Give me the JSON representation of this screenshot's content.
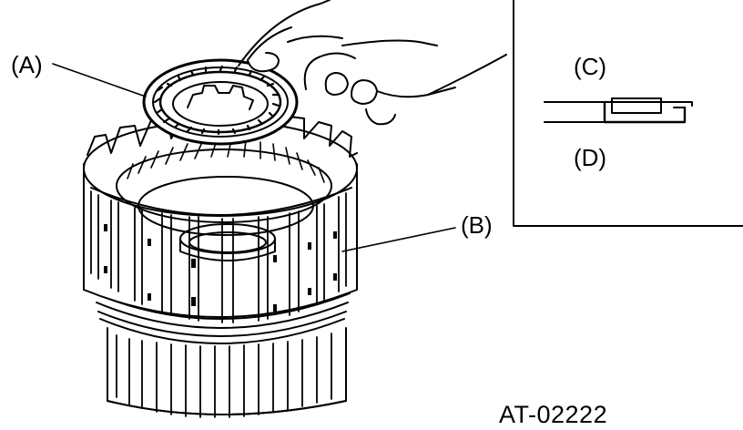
{
  "callouts": {
    "a": "(A)",
    "b": "(B)",
    "c": "(C)",
    "d": "(D)"
  },
  "figure_id": "AT-02222",
  "colors": {
    "ink": "#000000",
    "paper": "#ffffff"
  }
}
